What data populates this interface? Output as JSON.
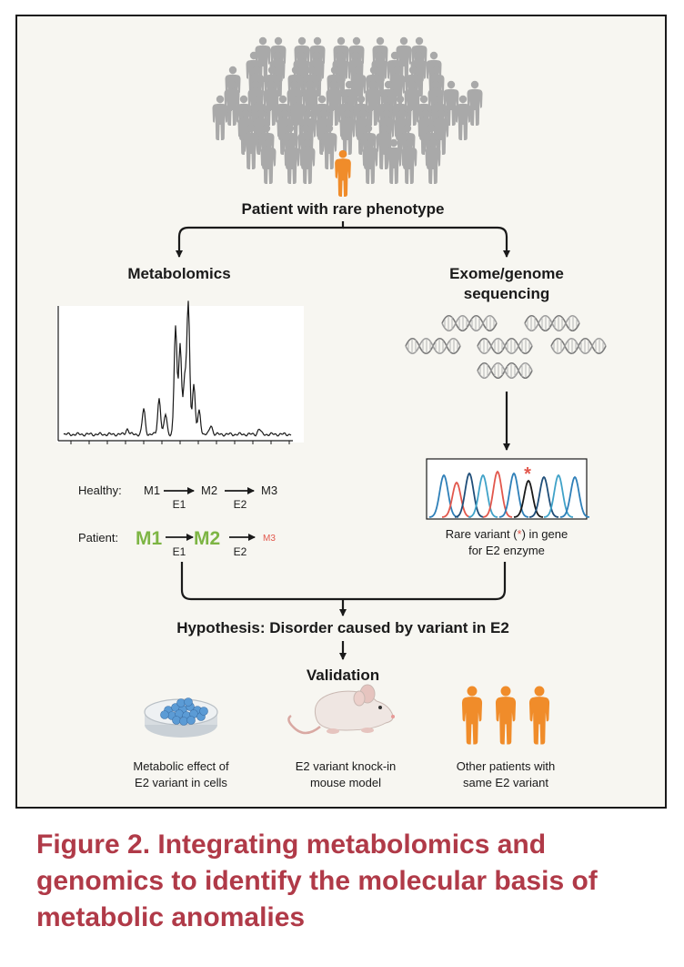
{
  "colors": {
    "accent_orange": "#f08c2a",
    "crowd_gray": "#a9a9a9",
    "metabolite_green": "#7db544",
    "variant_red": "#e2574c",
    "caption_red": "#b03a48"
  },
  "population": {
    "highlight_label": "Patient with rare phenotype"
  },
  "metabolomics": {
    "title": "Metabolomics",
    "pathways": {
      "healthy": {
        "label": "Healthy:",
        "m1": "M1",
        "m2": "M2",
        "m3": "M3",
        "e1": "E1",
        "e2": "E2"
      },
      "patient": {
        "label": "Patient:",
        "m1": "M1",
        "m2": "M2",
        "m3": "M3",
        "e1": "E1",
        "e2": "E2"
      }
    }
  },
  "sequencing": {
    "title_line1": "Exome/genome",
    "title_line2": "sequencing",
    "chromatogram_marker": "*",
    "variant_caption_pre": "Rare variant (",
    "variant_caption_star": "*",
    "variant_caption_post": ") in gene",
    "variant_caption_line2": "for E2 enzyme"
  },
  "hypothesis": "Hypothesis: Disorder caused by variant in E2",
  "validation": {
    "title": "Validation",
    "items": [
      {
        "line1": "Metabolic effect of",
        "line2": "E2 variant in cells",
        "icon": "petri-dish-icon"
      },
      {
        "line1": "E2 variant knock-in",
        "line2": "mouse model",
        "icon": "mouse-icon"
      },
      {
        "line1": "Other patients with",
        "line2": "same E2 variant",
        "icon": "people-icon"
      }
    ]
  },
  "figure_caption": "Figure 2.  Integrating metabolomics and genomics to identify the molecular basis of metabolic anomalies"
}
